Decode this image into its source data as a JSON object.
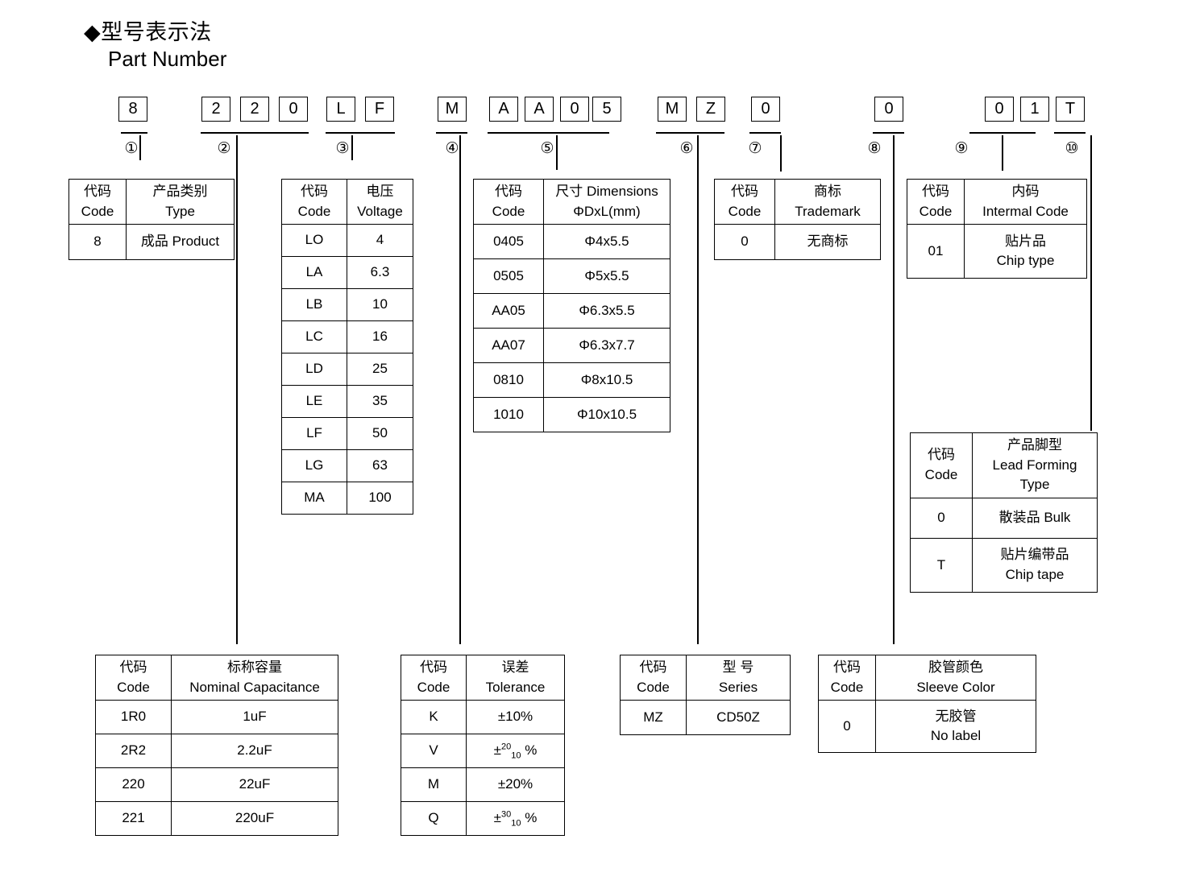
{
  "header": {
    "bullet": "◆",
    "title_cn": "型号表示法",
    "title_en": "Part Number"
  },
  "part_number": {
    "groups": [
      {
        "index": "①",
        "chars": [
          "8"
        ]
      },
      {
        "index": "②",
        "chars": [
          "2",
          "2",
          "0"
        ]
      },
      {
        "index": "③",
        "chars": [
          "L",
          "F"
        ]
      },
      {
        "index": "④",
        "chars": [
          "M"
        ]
      },
      {
        "index": "⑤",
        "chars": [
          "A",
          "A",
          "0",
          "5"
        ]
      },
      {
        "index": "⑥",
        "chars": [
          "M",
          "Z"
        ]
      },
      {
        "index": "⑦",
        "chars": [
          "0"
        ]
      },
      {
        "index": "⑧",
        "chars": [
          "0"
        ]
      },
      {
        "index": "⑨",
        "chars": [
          "0",
          "1"
        ]
      },
      {
        "index": "⑩",
        "chars": [
          "T"
        ]
      }
    ]
  },
  "tables": {
    "type": {
      "header": {
        "code_cn": "代码",
        "code_en": "Code",
        "val_cn": "产品类别",
        "val_en": "Type"
      },
      "rows": [
        {
          "code": "8",
          "value": "成品 Product"
        }
      ]
    },
    "voltage": {
      "header": {
        "code_cn": "代码",
        "code_en": "Code",
        "val_cn": "电压",
        "val_en": "Voltage"
      },
      "rows": [
        {
          "code": "LO",
          "value": "4"
        },
        {
          "code": "LA",
          "value": "6.3"
        },
        {
          "code": "LB",
          "value": "10"
        },
        {
          "code": "LC",
          "value": "16"
        },
        {
          "code": "LD",
          "value": "25"
        },
        {
          "code": "LE",
          "value": "35"
        },
        {
          "code": "LF",
          "value": "50"
        },
        {
          "code": "LG",
          "value": "63"
        },
        {
          "code": "MA",
          "value": "100"
        }
      ]
    },
    "dimensions": {
      "header": {
        "code_cn": "代码",
        "code_en": "Code",
        "val_cn": "尺寸 Dimensions",
        "val_en": "ΦDxL(mm)"
      },
      "rows": [
        {
          "code": "0405",
          "value": "Φ4x5.5"
        },
        {
          "code": "0505",
          "value": "Φ5x5.5"
        },
        {
          "code": "AA05",
          "value": "Φ6.3x5.5"
        },
        {
          "code": "AA07",
          "value": "Φ6.3x7.7"
        },
        {
          "code": "0810",
          "value": "Φ8x10.5"
        },
        {
          "code": "1010",
          "value": "Φ10x10.5"
        }
      ]
    },
    "trademark": {
      "header": {
        "code_cn": "代码",
        "code_en": "Code",
        "val_cn": "商标",
        "val_en": "Trademark"
      },
      "rows": [
        {
          "code": "0",
          "value": "无商标"
        }
      ]
    },
    "internal_code": {
      "header": {
        "code_cn": "代码",
        "code_en": "Code",
        "val_cn": "内码",
        "val_en": "Intermal Code"
      },
      "rows": [
        {
          "code": "01",
          "value_cn": "贴片品",
          "value_en": "Chip type"
        }
      ]
    },
    "lead_forming": {
      "header": {
        "code_cn": "代码",
        "code_en": "Code",
        "val_cn": "产品脚型",
        "val_en": "Lead Forming",
        "val_en2": "Type"
      },
      "rows": [
        {
          "code": "0",
          "value_cn": "散装品 Bulk",
          "value_en": ""
        },
        {
          "code": "T",
          "value_cn": "贴片编带品",
          "value_en": "Chip tape"
        }
      ]
    },
    "capacitance": {
      "header": {
        "code_cn": "代码",
        "code_en": "Code",
        "val_cn": "标称容量",
        "val_en": "Nominal Capacitance"
      },
      "rows": [
        {
          "code": "1R0",
          "value": "1uF"
        },
        {
          "code": "2R2",
          "value": "2.2uF"
        },
        {
          "code": "220",
          "value": "22uF"
        },
        {
          "code": "221",
          "value": "220uF"
        }
      ]
    },
    "tolerance": {
      "header": {
        "code_cn": "代码",
        "code_en": "Code",
        "val_cn": "误差",
        "val_en": "Tolerance"
      },
      "rows": [
        {
          "code": "K",
          "value": "±10%",
          "sup": "",
          "sub": ""
        },
        {
          "code": "V",
          "value": "",
          "sup": "20",
          "sub": "10"
        },
        {
          "code": "M",
          "value": "±20%",
          "sup": "",
          "sub": ""
        },
        {
          "code": "Q",
          "value": "",
          "sup": "30",
          "sub": "10"
        }
      ]
    },
    "series": {
      "header": {
        "code_cn": "代码",
        "code_en": "Code",
        "val_cn": "型 号",
        "val_en": "Series"
      },
      "rows": [
        {
          "code": "MZ",
          "value": "CD50Z"
        }
      ]
    },
    "sleeve_color": {
      "header": {
        "code_cn": "代码",
        "code_en": "Code",
        "val_cn": "胶管颜色",
        "val_en": "Sleeve Color"
      },
      "rows": [
        {
          "code": "0",
          "value_cn": "无胶管",
          "value_en": "No label"
        }
      ]
    }
  }
}
